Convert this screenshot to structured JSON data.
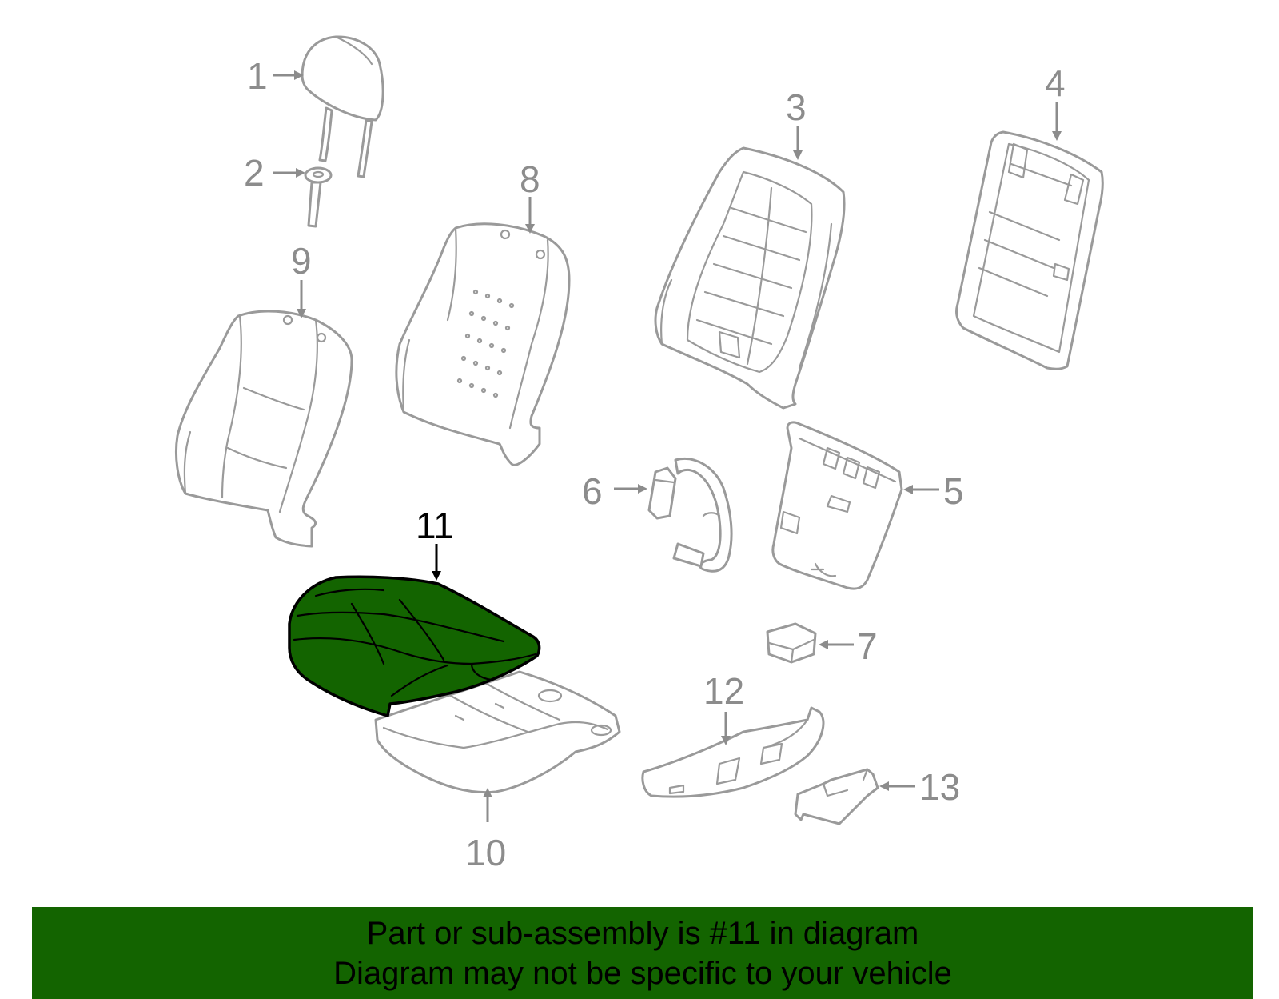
{
  "colors": {
    "highlight_fill": "#136400",
    "banner_background": "#136400",
    "outline_gray": "#9a9a9a",
    "callout_gray": "#8c8c8c",
    "active_label": "#000000"
  },
  "callouts": {
    "c1": "1",
    "c2": "2",
    "c3": "3",
    "c4": "4",
    "c5": "5",
    "c6": "6",
    "c7": "7",
    "c8": "8",
    "c9": "9",
    "c10": "10",
    "c11": "11",
    "c12": "12",
    "c13": "13"
  },
  "highlighted_part": "11",
  "banner": {
    "line1": "Part or sub-assembly is #11 in diagram",
    "line2": "Diagram may not be specific to your vehicle"
  }
}
